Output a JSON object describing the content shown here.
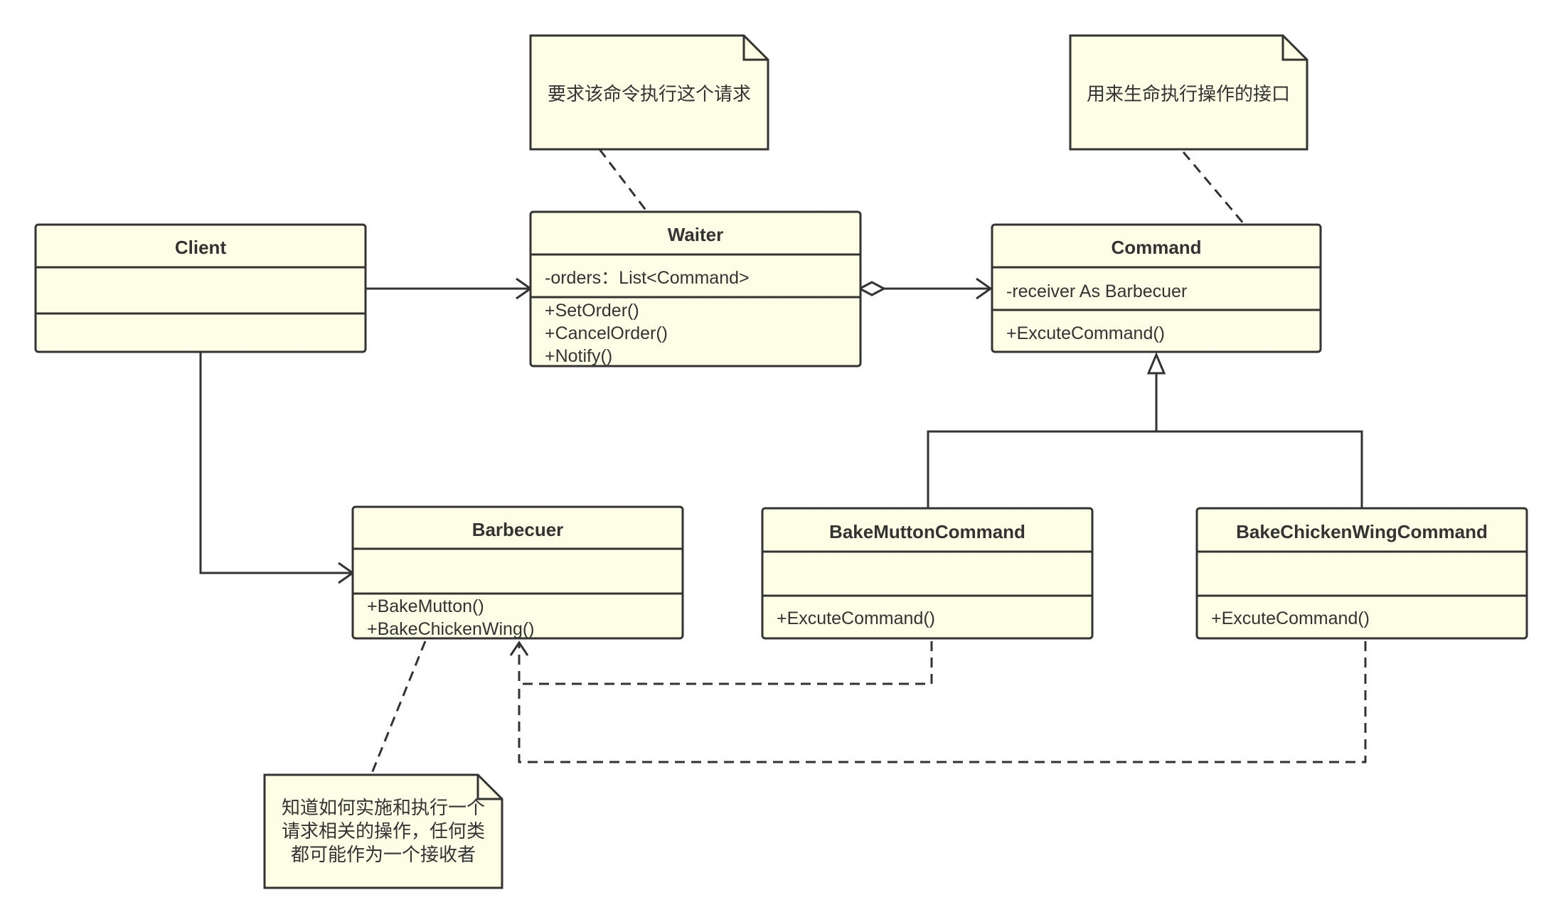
{
  "colors": {
    "fill": "#fefee6",
    "stroke": "#333333",
    "text": "#333333"
  },
  "classes": {
    "client": {
      "name": "Client",
      "attributes": [],
      "methods": []
    },
    "waiter": {
      "name": "Waiter",
      "attributes": [
        "-orders：List<Command>"
      ],
      "methods": [
        "+SetOrder()",
        "+CancelOrder()",
        "+Notify()"
      ]
    },
    "command": {
      "name": "Command",
      "attributes": [
        "-receiver As Barbecuer"
      ],
      "methods": [
        "+ExcuteCommand()"
      ]
    },
    "barbecuer": {
      "name": "Barbecuer",
      "attributes": [],
      "methods": [
        "+BakeMutton()",
        "+BakeChickenWing()"
      ]
    },
    "bake_mutton": {
      "name": "BakeMuttonCommand",
      "attributes": [],
      "methods": [
        "+ExcuteCommand()"
      ]
    },
    "bake_chicken": {
      "name": "BakeChickenWingCommand",
      "attributes": [],
      "methods": [
        "+ExcuteCommand()"
      ]
    }
  },
  "notes": {
    "waiter_note": [
      "要求该命令执行这个请求"
    ],
    "command_note": [
      "用来生命执行操作的接口"
    ],
    "barbecuer_note": [
      "知道如何实施和执行一个",
      "请求相关的操作，任何类",
      "都可能作为一个接收者"
    ]
  }
}
